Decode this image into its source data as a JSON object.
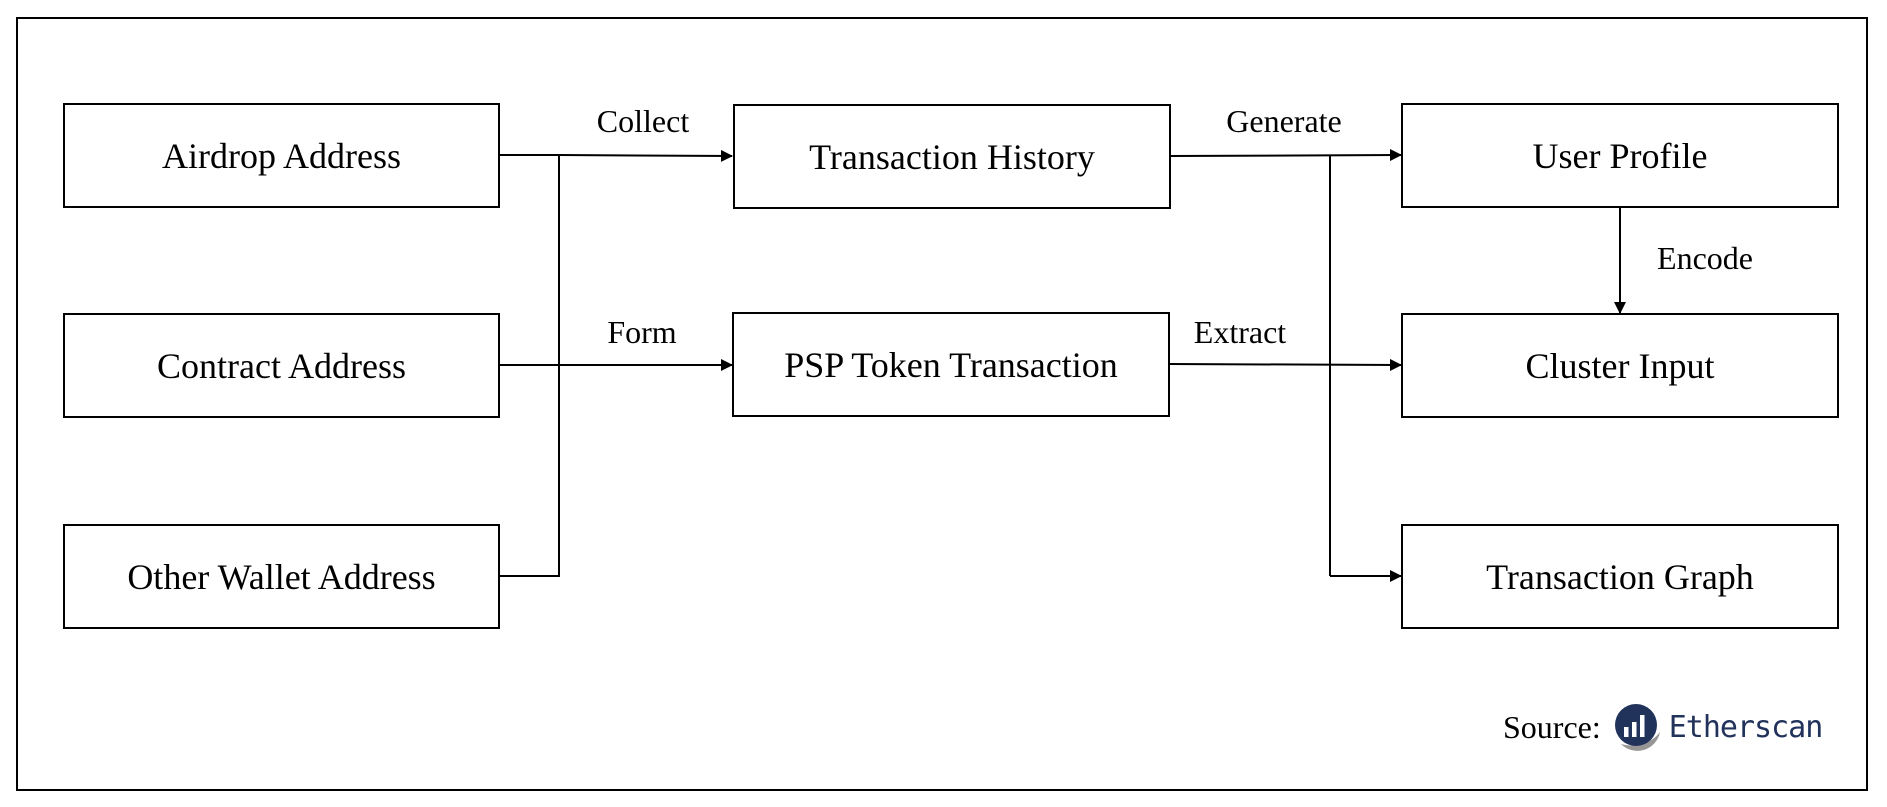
{
  "nodes": {
    "airdrop_address": "Airdrop Address",
    "contract_address": "Contract Address",
    "other_wallet_address": "Other Wallet Address",
    "transaction_history": "Transaction History",
    "psp_token_transaction": "PSP Token Transaction",
    "user_profile": "User Profile",
    "cluster_input": "Cluster Input",
    "transaction_graph": "Transaction Graph"
  },
  "edges": {
    "collect": "Collect",
    "form": "Form",
    "generate": "Generate",
    "extract": "Extract",
    "encode": "Encode"
  },
  "source": {
    "label": "Source:",
    "brand": "Etherscan",
    "brand_logo_icon": "etherscan-logo-icon",
    "colors": {
      "brand_text": "#21325b",
      "logo_dark": "#21325b",
      "logo_grey": "#979695"
    }
  }
}
